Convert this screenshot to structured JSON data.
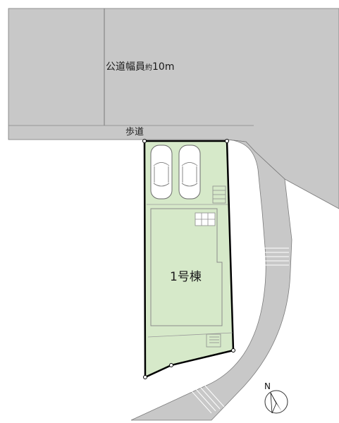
{
  "road": {
    "label_main": "公道幅員",
    "label_approx": "約",
    "label_width": "10m"
  },
  "sidewalk": {
    "label": "歩道"
  },
  "building": {
    "label": "1号棟"
  },
  "parking": {
    "spaces": 2
  },
  "compass": {
    "letter": "N"
  },
  "colors": {
    "road": "#c8c8c8",
    "lot": "#d6e9c9",
    "boundary": "#000000",
    "outline": "#8c8c8c"
  }
}
